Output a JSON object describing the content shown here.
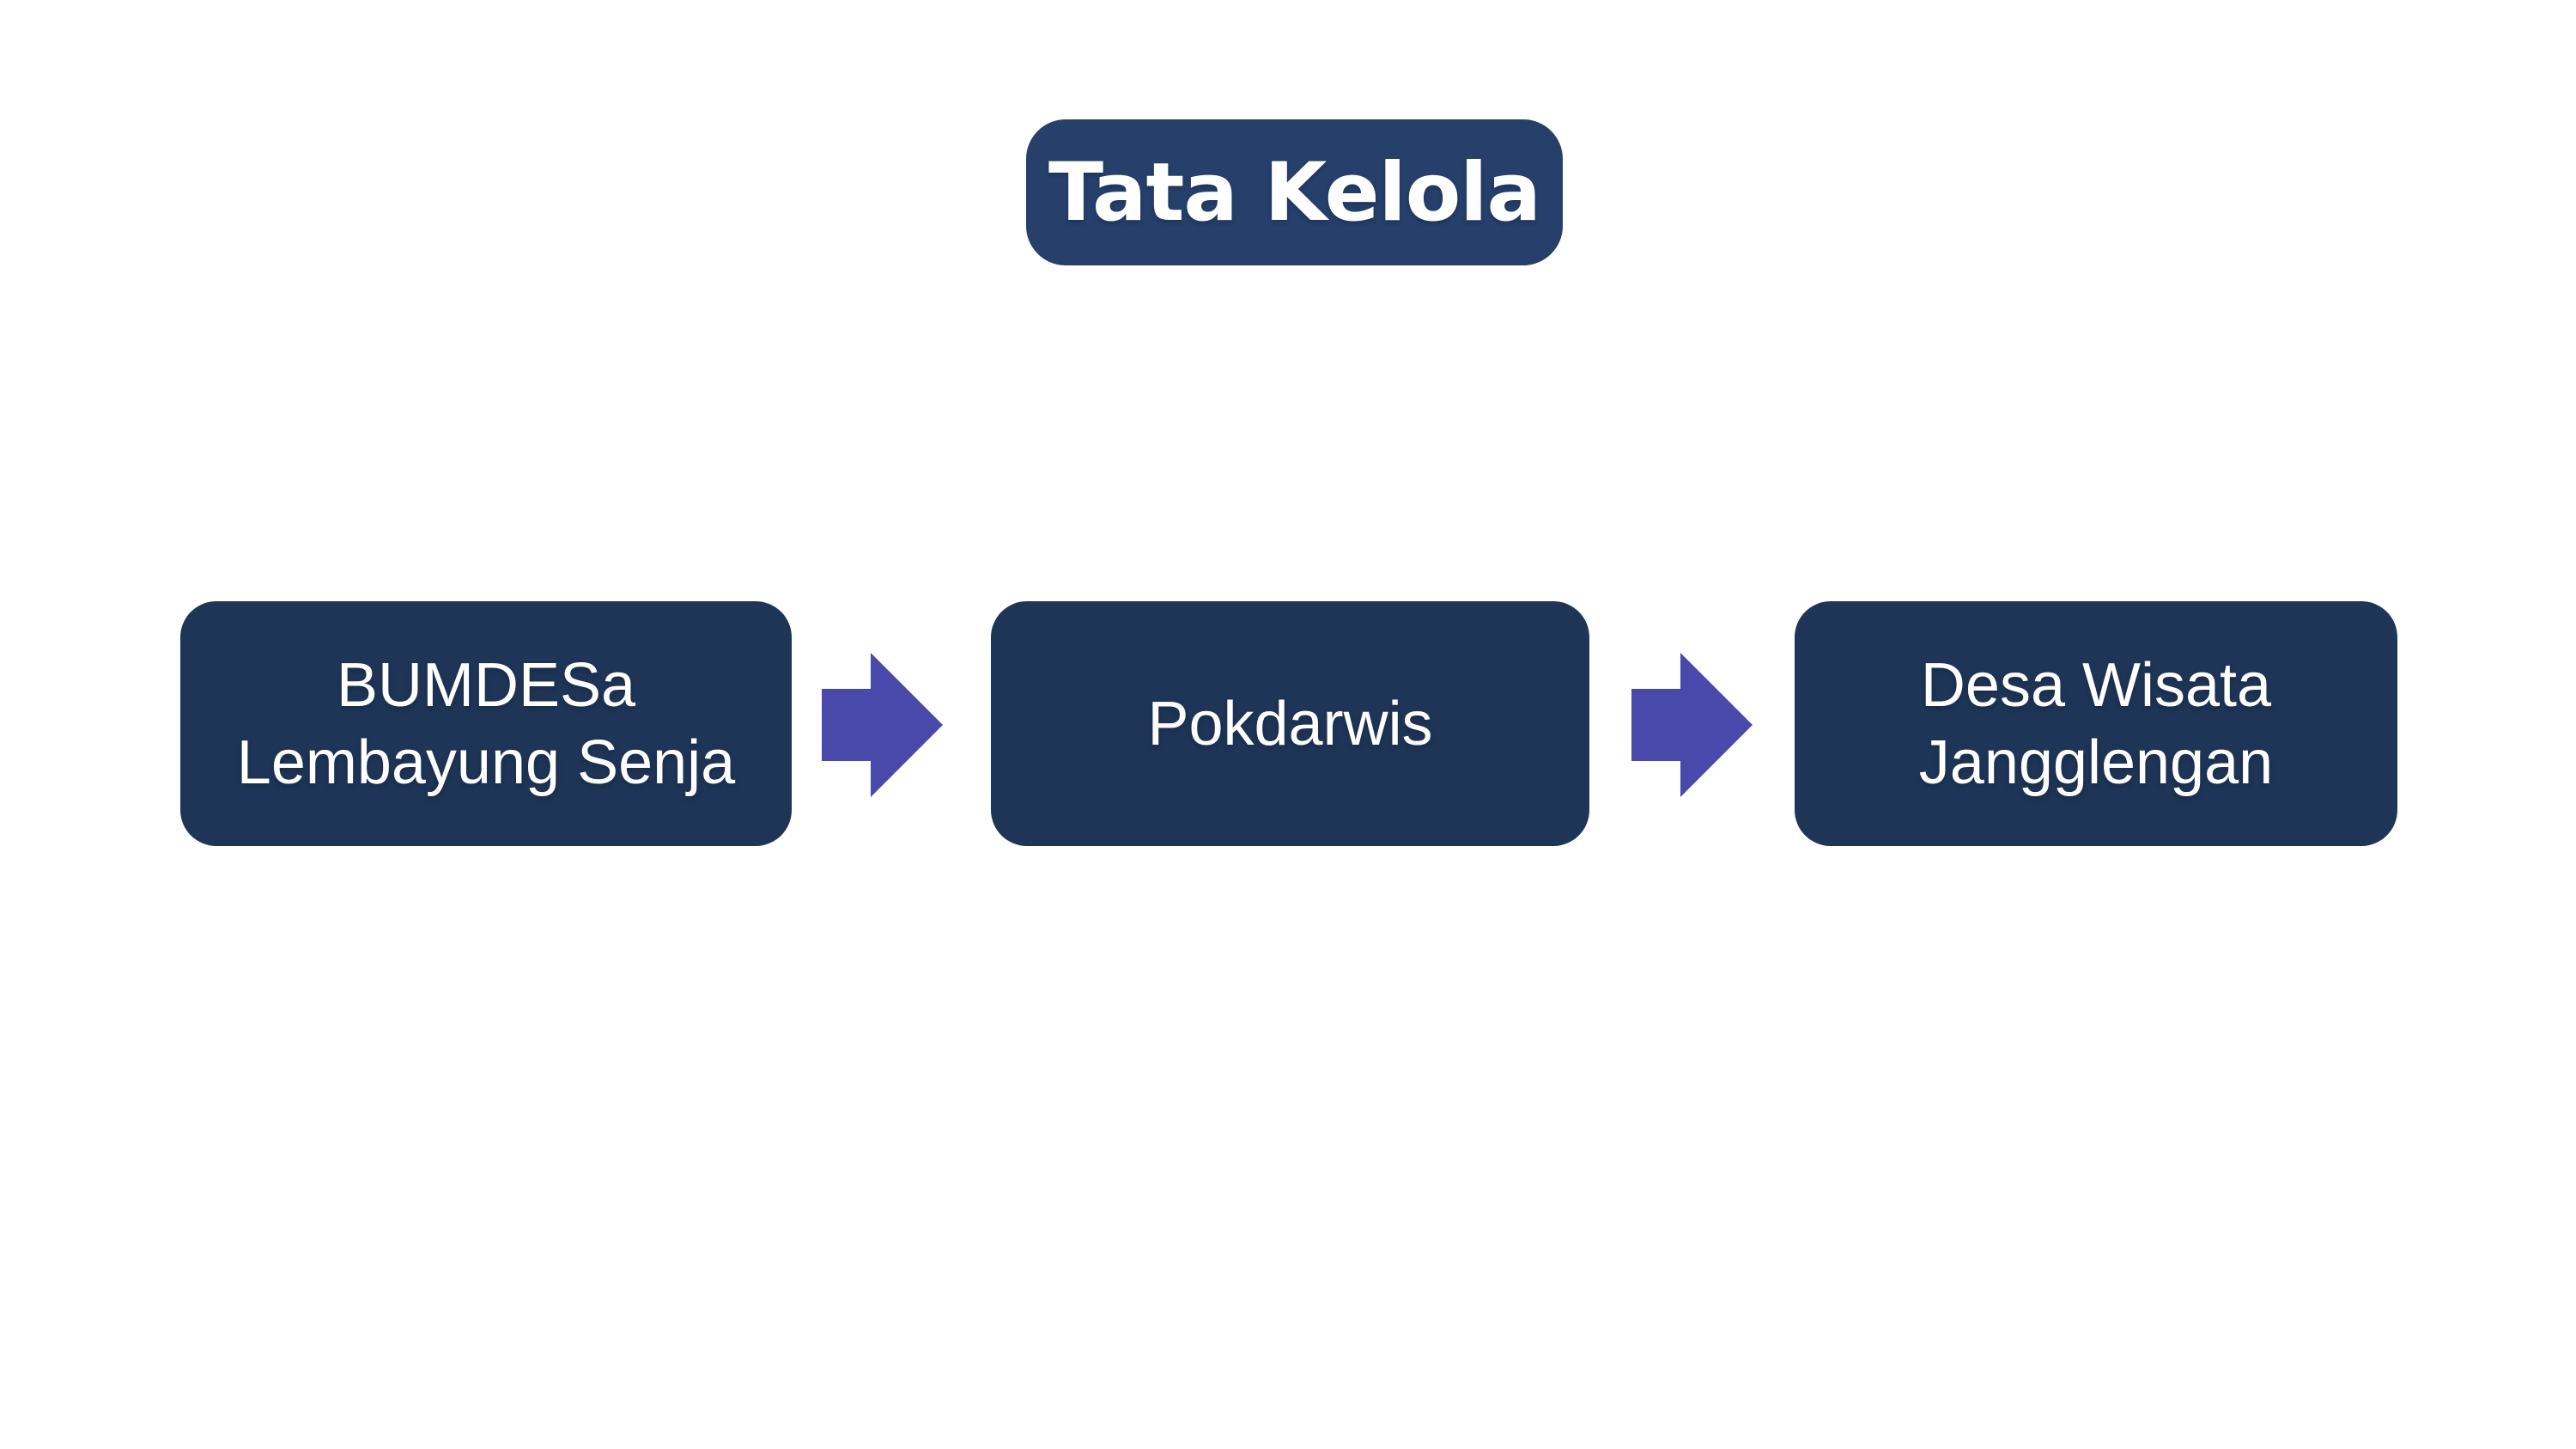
{
  "title": {
    "label": "Tata Kelola"
  },
  "flow": {
    "nodes": [
      {
        "id": "bumdesa-lembayung-senja",
        "lines": [
          "BUMDESa",
          "Lembayung Senja"
        ]
      },
      {
        "id": "pokdarwis",
        "lines": [
          "Pokdarwis"
        ]
      },
      {
        "id": "desa-wisata-jangglengan",
        "lines": [
          "Desa Wisata",
          "Jangglengan"
        ]
      }
    ],
    "connector": "arrow-right-icon"
  },
  "colors": {
    "title_bg": "#263f6b",
    "node_bg": "#1f3557",
    "arrow": "#4949ac",
    "text_on_dark": "#ffffff",
    "canvas_bg": "#ffffff"
  }
}
